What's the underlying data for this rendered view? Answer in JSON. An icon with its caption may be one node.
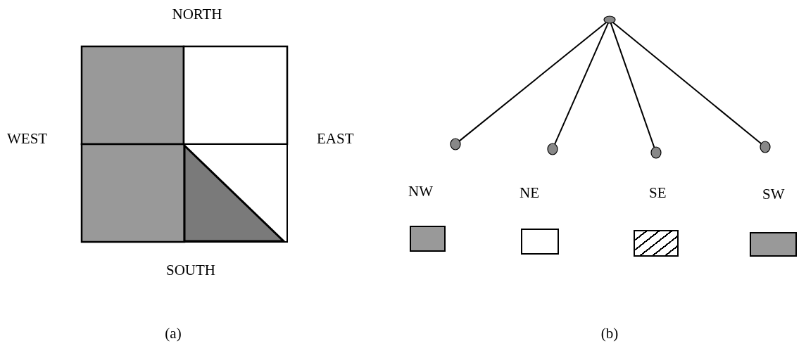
{
  "diagram": {
    "nodes": [
      {
        "text": [],
        "shape": "circle"
      },
      {
        "text": [],
        "shape": "circle"
      },
      {
        "text": [],
        "shape": "circle"
      },
      {
        "text": [],
        "shape": "circle"
      },
      {
        "text": [],
        "shape": "circle"
      },
      {
        "text": [
          "NW"
        ]
      },
      {
        "text": [
          "NE"
        ]
      },
      {
        "text": [
          "SE"
        ]
      },
      {
        "text": [
          "SW"
        ]
      }
    ],
    "edges": [
      {
        "from": 0,
        "to": 1,
        "arrow": "none"
      },
      {
        "from": 0,
        "to": 2,
        "arrow": "none"
      },
      {
        "from": 0,
        "to": 3,
        "arrow": "none"
      },
      {
        "from": 0,
        "to": 4,
        "arrow": "none"
      }
    ],
    "labels": [
      "NORTH",
      "WEST",
      "EAST",
      "SOUTH",
      "(a)",
      "(b)"
    ]
  }
}
